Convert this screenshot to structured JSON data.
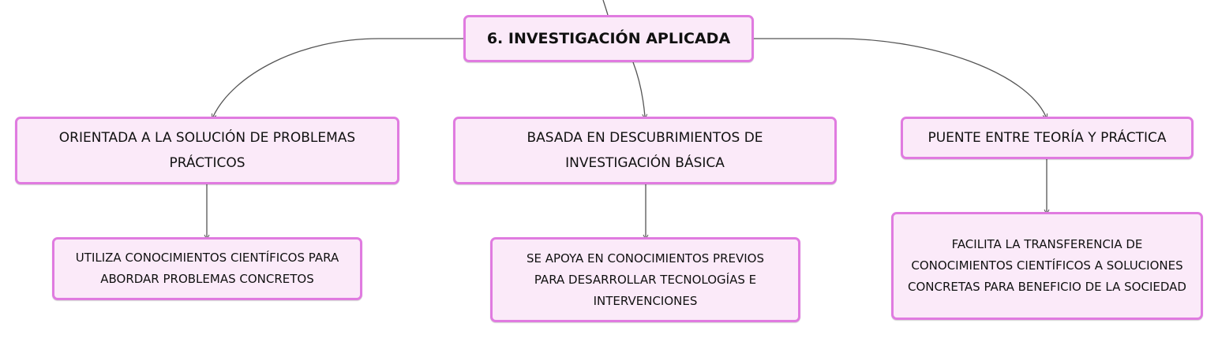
{
  "diagram": {
    "root": {
      "label": "6. INVESTIGACIÓN APLICADA"
    },
    "branches": [
      {
        "label": "ORIENTADA A LA SOLUCIÓN DE PROBLEMAS PRÁCTICOS",
        "child": "UTILIZA CONOCIMIENTOS CIENTÍFICOS PARA ABORDAR PROBLEMAS CONCRETOS"
      },
      {
        "label": "BASADA EN DESCUBRIMIENTOS DE INVESTIGACIÓN BÁSICA",
        "child": "SE APOYA EN CONOCIMIENTOS PREVIOS PARA DESARROLLAR TECNOLOGÍAS E INTERVENCIONES"
      },
      {
        "label": "PUENTE ENTRE TEORÍA Y PRÁCTICA",
        "child": "FACILITA LA TRANSFERENCIA DE CONOCIMIENTOS CIENTÍFICOS A SOLUCIONES CONCRETAS PARA BENEFICIO DE LA SOCIEDAD"
      }
    ]
  },
  "colors": {
    "node_border": "#e07be0",
    "node_fill": "#fbeaf9",
    "connector": "#555555",
    "text": "#111111"
  }
}
